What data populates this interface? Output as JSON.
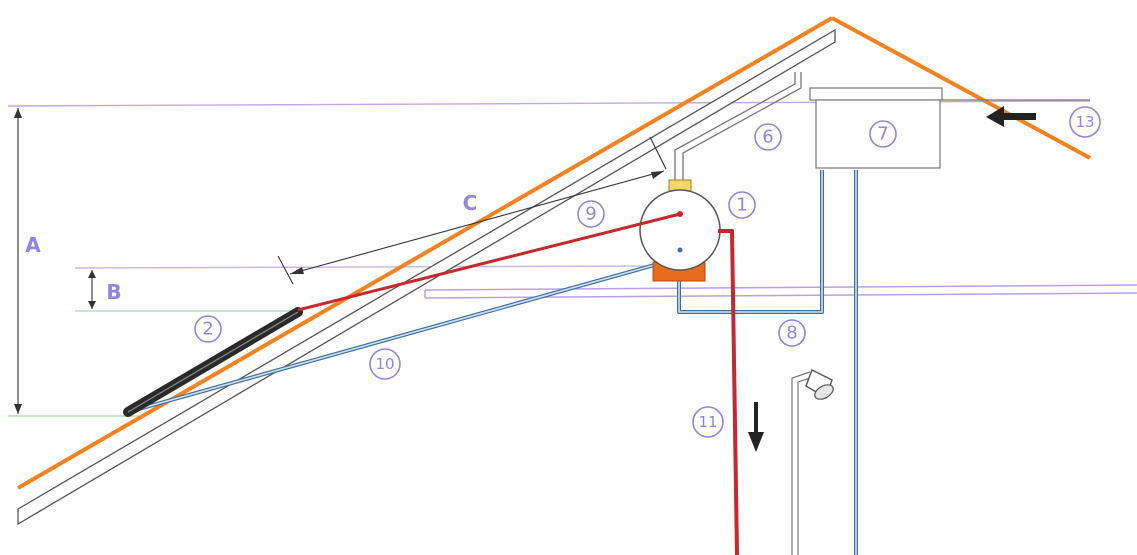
{
  "diagram": {
    "dimension_labels": {
      "a": "A",
      "b": "B",
      "c": "C"
    },
    "callouts": {
      "n1": "1",
      "n2": "2",
      "n6": "6",
      "n7": "7",
      "n8": "8",
      "n9": "9",
      "n10": "10",
      "n11": "11",
      "n13": "13"
    },
    "colors": {
      "roof": "#f5821f",
      "hot_pipe": "#c8282d",
      "cold_pipe": "#4a86c5",
      "collector": "#2a2a2a",
      "label": "#8f86e6",
      "heater": "#e86b1e",
      "guide_line": "#b9a0e8"
    },
    "icons": {
      "flow_down": "arrow-down-icon",
      "flow_in": "arrow-left-icon",
      "shower": "shower-head-icon"
    }
  }
}
